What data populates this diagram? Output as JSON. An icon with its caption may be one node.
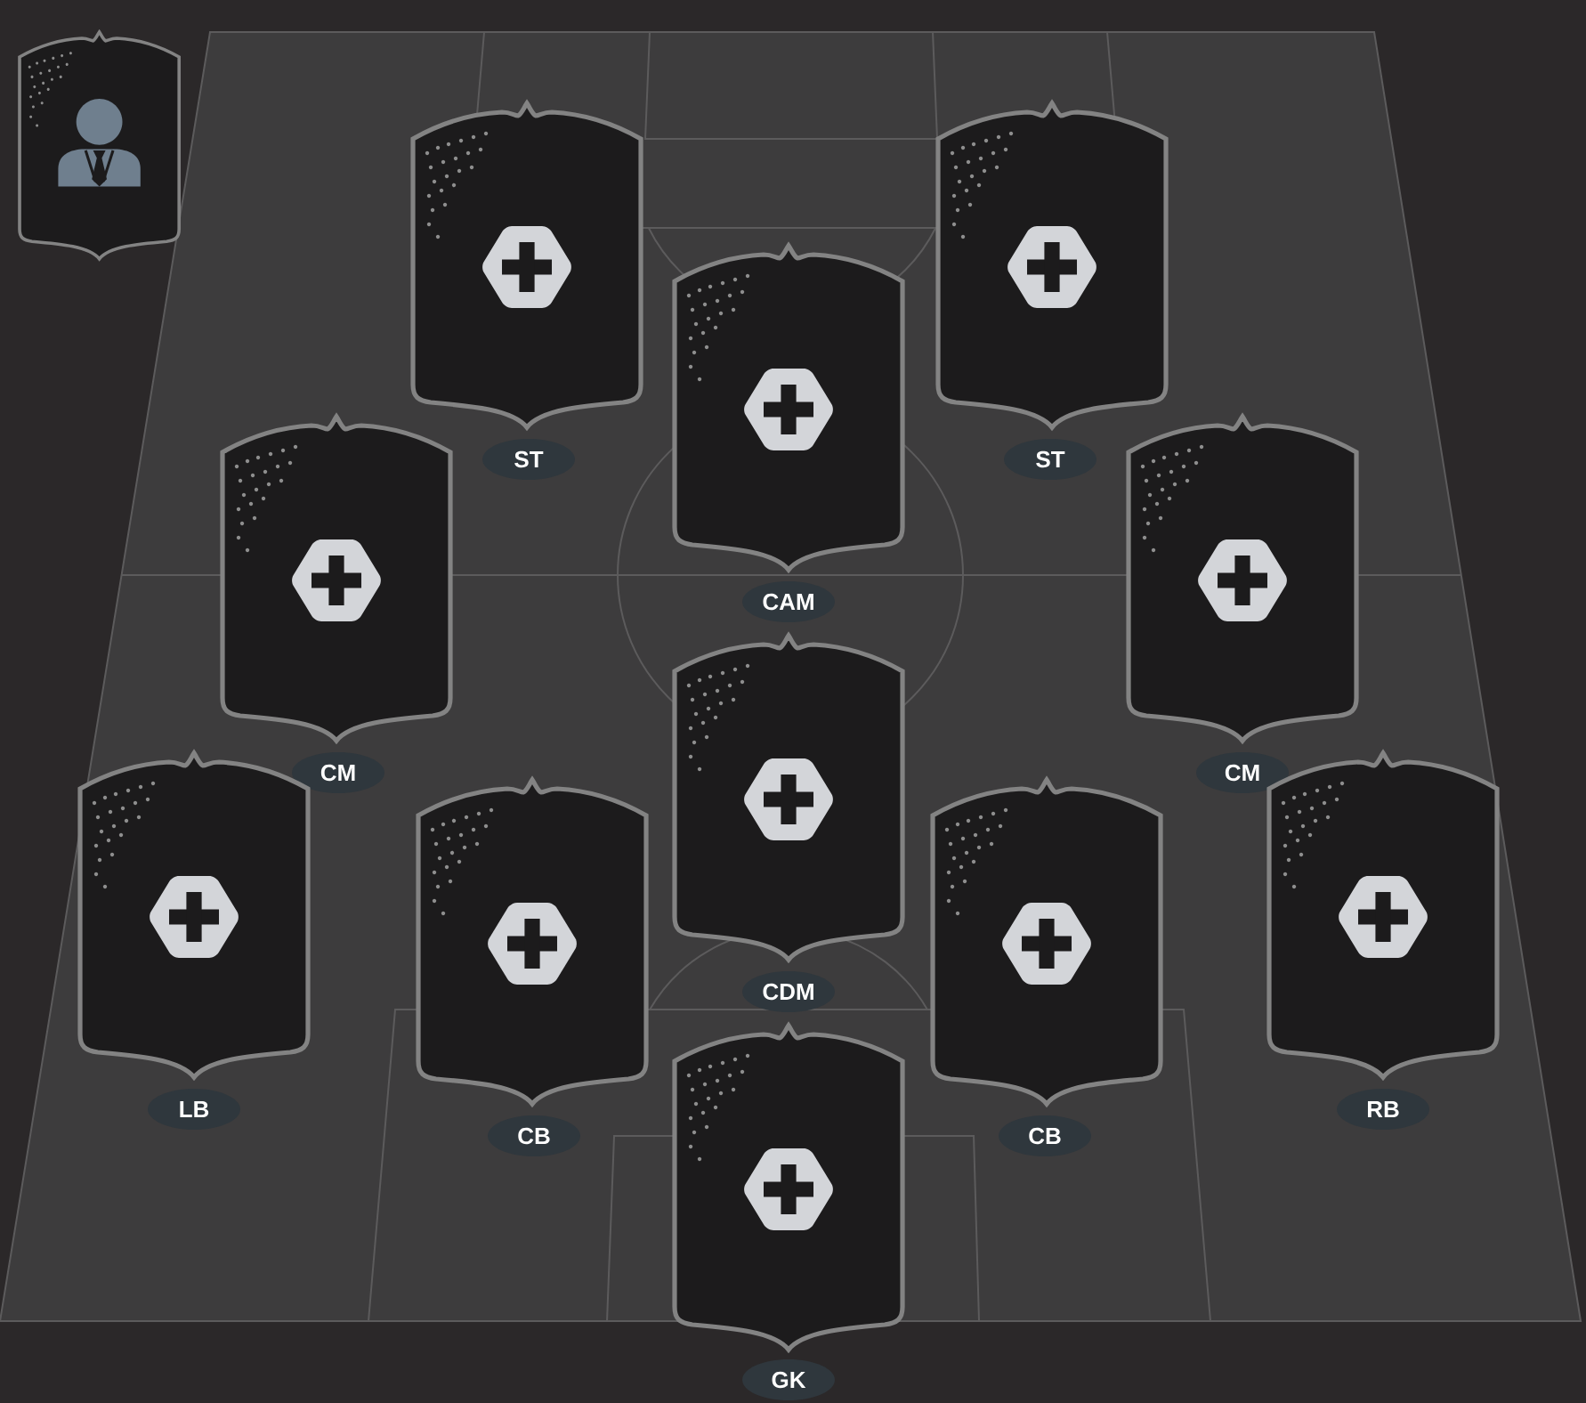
{
  "diagram": {
    "nodes": [
      {
        "text": [],
        "shape": "person"
      },
      {
        "text": [],
        "shape": "card"
      },
      {
        "text": [
          "ST"
        ]
      },
      {
        "text": [],
        "shape": "card"
      },
      {
        "text": [
          "ST"
        ]
      },
      {
        "text": [],
        "shape": "card"
      },
      {
        "text": [
          "CAM"
        ]
      },
      {
        "text": [],
        "shape": "card"
      },
      {
        "text": [
          "CM"
        ]
      },
      {
        "text": [],
        "shape": "card"
      },
      {
        "text": [
          "CM"
        ]
      },
      {
        "text": [],
        "shape": "card"
      },
      {
        "text": [
          "CDM"
        ]
      },
      {
        "text": [],
        "shape": "card"
      },
      {
        "text": [
          "LB"
        ]
      },
      {
        "text": [],
        "shape": "card"
      },
      {
        "text": [
          "CB"
        ]
      },
      {
        "text": [],
        "shape": "card"
      },
      {
        "text": [
          "CB"
        ]
      },
      {
        "text": [],
        "shape": "card"
      },
      {
        "text": [
          "RB"
        ]
      },
      {
        "text": [],
        "shape": "card"
      },
      {
        "text": [
          "GK"
        ]
      }
    ]
  }
}
